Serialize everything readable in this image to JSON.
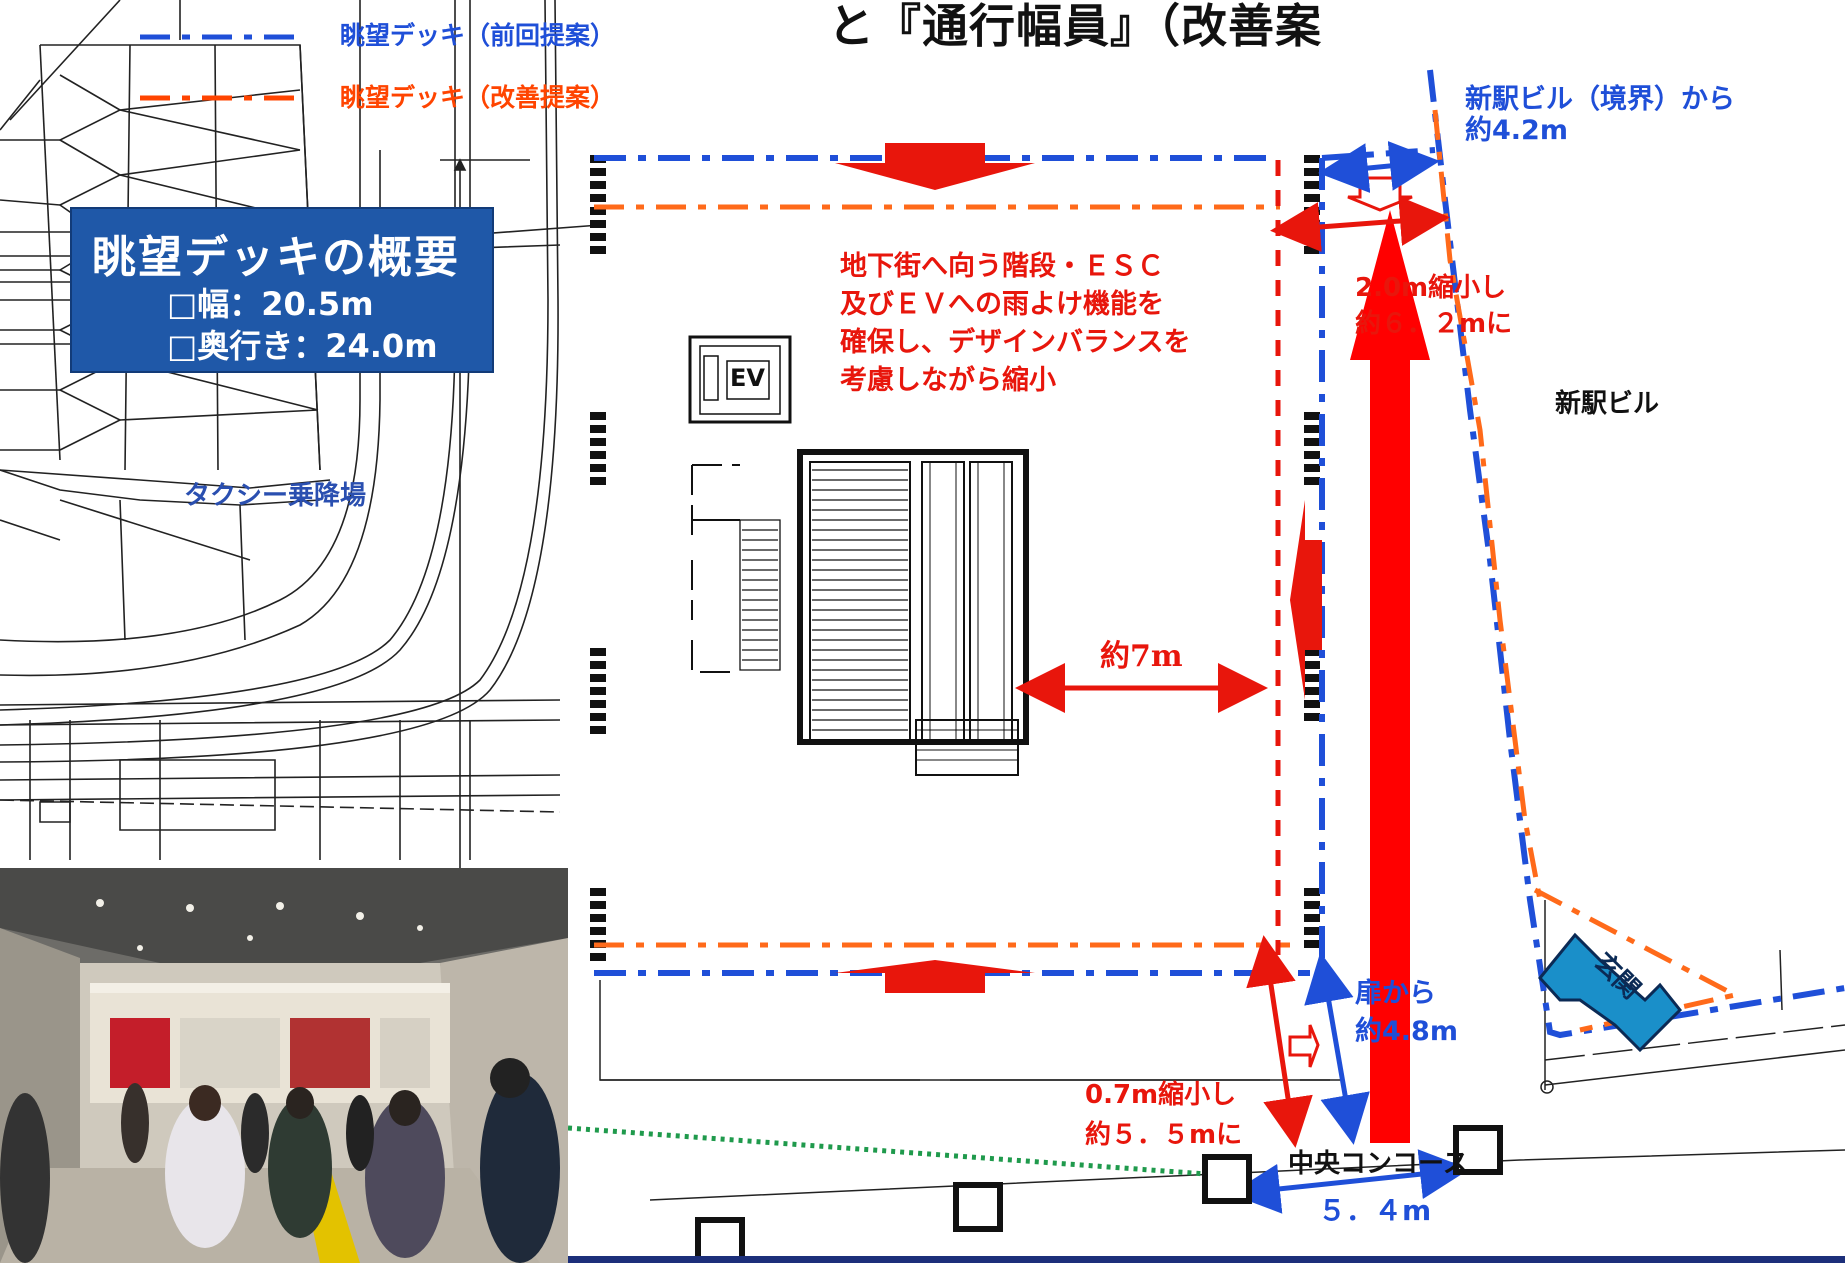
{
  "header": {
    "title": "と『通行幅員』（改善案"
  },
  "legend": {
    "previous": {
      "label": "眺望デッキ（前回提案）",
      "color": "#1f4fd8"
    },
    "improved": {
      "label": "眺望デッキ（改善提案）",
      "color": "#ff4400"
    }
  },
  "summary": {
    "title": "眺望デッキの概要",
    "width": "□幅：20.5m",
    "depth": "□奥行き：24.0m"
  },
  "labels": {
    "taxi": "タクシー乗降場",
    "ev": "EV",
    "note": [
      "地下街へ向う階段・ＥＳＣ",
      "及びＥＶへの雨よけ機能を",
      "確保し、デザインバランスを",
      "考慮しながら縮小"
    ],
    "approx7": "約7m",
    "boundary": [
      "新駅ビル（境界）から",
      "約4.2m"
    ],
    "shrink2": [
      "2.0m縮小し",
      "約６．２mに"
    ],
    "new_bldg": "新駅ビル",
    "door": [
      "扉から",
      "約4.8m"
    ],
    "shrink07": [
      "0.7m縮小し",
      "約５．５mに"
    ],
    "concourse": "中央コンコース",
    "w54": "５．４m",
    "entrance": "玄関"
  },
  "colors": {
    "blue": "#1f4fd8",
    "red": "#e8160c",
    "orange": "#ff6a1a",
    "box": "#1f58a8",
    "green": "#1f9a4c"
  }
}
